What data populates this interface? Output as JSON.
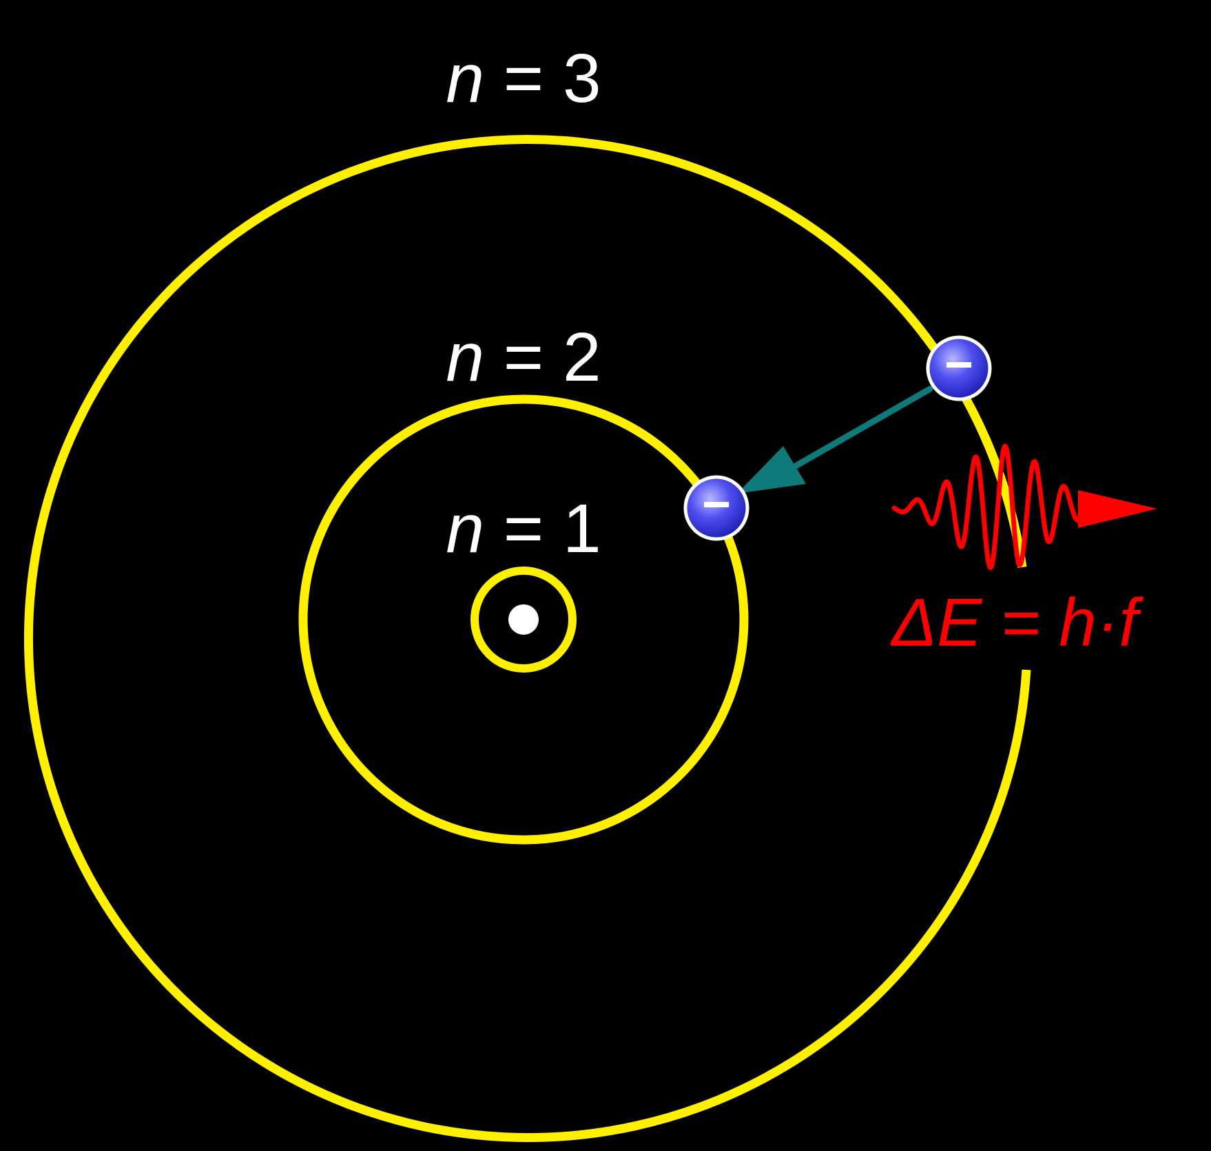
{
  "colors": {
    "background": "#000000",
    "orbit": "#FFF000",
    "nucleus": "#FFFFFF",
    "label": "#FFFFFF",
    "electron": "#3E3EE6",
    "transition_arrow": "#0E7A7A",
    "photon": "#FF0000"
  },
  "orbits": [
    {
      "variable": "n",
      "equals": "=",
      "number": "1"
    },
    {
      "variable": "n",
      "equals": "=",
      "number": "2"
    },
    {
      "variable": "n",
      "equals": "=",
      "number": "3"
    }
  ],
  "electron_symbol": "−",
  "energy_equation": "ΔE = h·f",
  "icons": {
    "nucleus": "nucleus-dot",
    "electron": "electron-negative-icon",
    "arrow": "transition-arrow",
    "photon": "photon-wave-arrow"
  }
}
